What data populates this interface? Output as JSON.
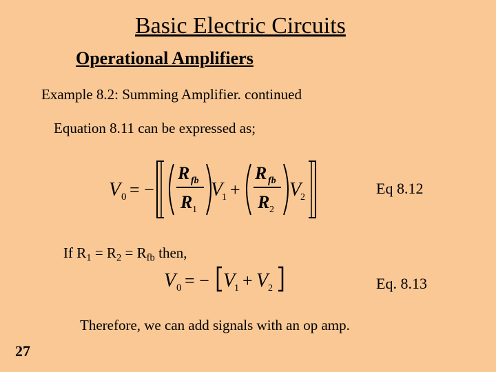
{
  "title": "Basic Electric Circuits",
  "subtitle": "Operational Amplifiers",
  "example_heading": "Example 8.2:  Summing Amplifier.  continued",
  "equation_intro": "Equation 8.11 can be expressed as;",
  "equation_1": {
    "lhs": "V",
    "lhs_sub": "0",
    "equals": "= −",
    "num_1": "R",
    "num_1_sub": "fb",
    "den_1": "R",
    "den_1_sub": "1",
    "var_1": "V",
    "var_1_sub": "1",
    "plus": "+",
    "num_2": "R",
    "num_2_sub": "fb",
    "den_2": "R",
    "den_2_sub": "2",
    "var_2": "V",
    "var_2_sub": "2",
    "label": "Eq 8.12"
  },
  "condition": {
    "prefix": "If R",
    "sub1": "1",
    "mid1": " = R",
    "sub2": "2",
    "mid2": " = R",
    "sub3": "fb",
    "suffix": "  then,"
  },
  "equation_2": {
    "lhs": "V",
    "lhs_sub": "0",
    "equals": "= −",
    "var_1": "V",
    "var_1_sub": "1",
    "plus": "+",
    "var_2": "V",
    "var_2_sub": "2",
    "label": "Eq. 8.13"
  },
  "conclusion": "Therefore, we can add signals with an op amp.",
  "page_number": "27",
  "colors": {
    "background": "#f9c895",
    "text": "#000000"
  }
}
